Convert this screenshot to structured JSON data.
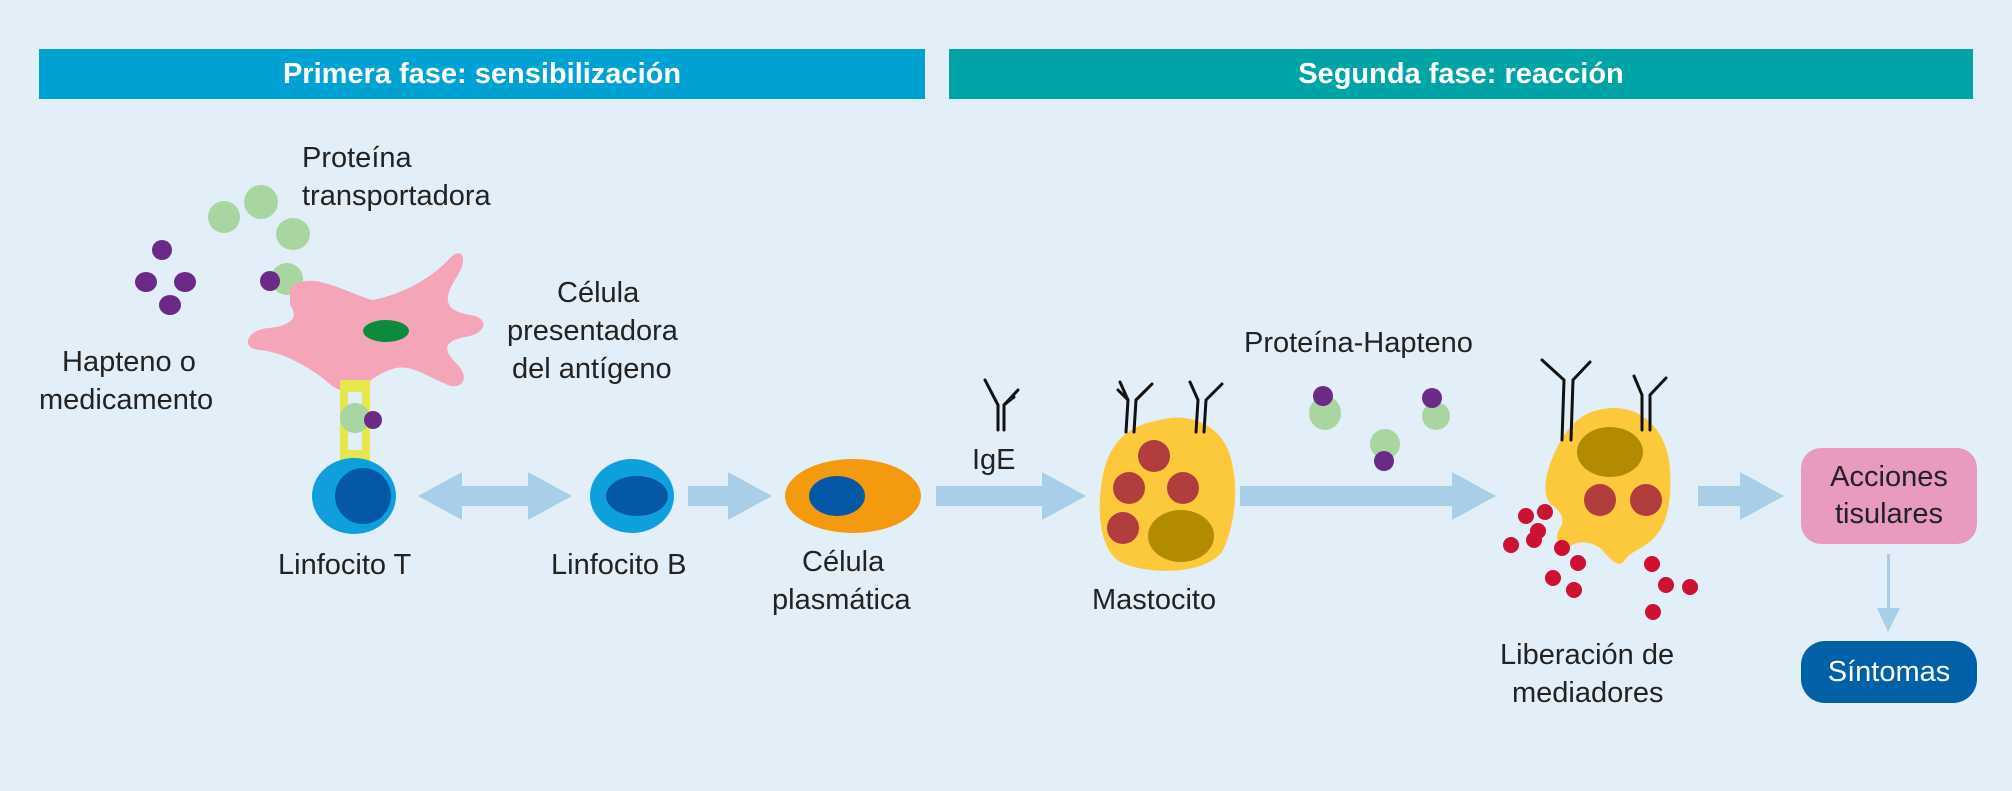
{
  "banners": {
    "phase1": "Primera fase: sensibilización",
    "phase2": "Segunda fase: reacción"
  },
  "labels": {
    "proteina_1": "Proteína",
    "proteina_2": "transportadora",
    "hapteno_1": "Hapteno o",
    "hapteno_2": "medicamento",
    "celula_pres_1": "Célula",
    "celula_pres_2": "presentadora",
    "celula_pres_3": "del antígeno",
    "linfocito_t": "Linfocito T",
    "linfocito_b": "Linfocito B",
    "celula_plas_1": "Célula",
    "celula_plas_2": "plasmática",
    "ige": "IgE",
    "mastocito": "Mastocito",
    "proteina_hapteno": "Proteína-Hapteno",
    "liberacion_1": "Liberación de",
    "liberacion_2": "mediadores"
  },
  "boxes": {
    "acciones_1": "Acciones",
    "acciones_2": "tisulares",
    "sintomas": "Síntomas"
  },
  "colors": {
    "banner_phase1": "#00a2d3",
    "banner_phase2": "#00a3a6",
    "background": "#e3eff8",
    "arrow": "#a9cfe8",
    "hapten": "#6b2a86",
    "carrier_protein": "#a8d5a0",
    "apc": "#f4a6b8",
    "cell_blue": "#0da0dc",
    "nucleus": "#0558a6",
    "plasma_cell": "#f39a0e",
    "mast_cell": "#fcc93c",
    "granule": "#b13d3d",
    "mediator": "#cc1133",
    "acciones_box": "#e89bbf",
    "sintomas_box": "#0060a8"
  }
}
